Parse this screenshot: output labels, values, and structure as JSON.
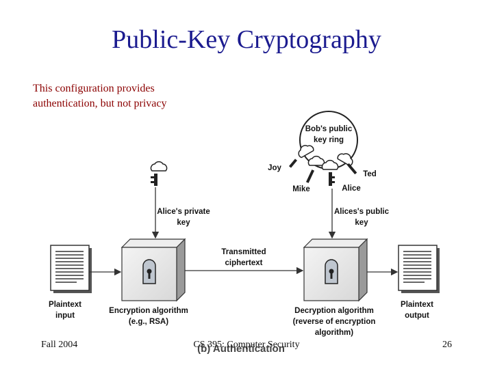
{
  "slide": {
    "title": "Public-Key Cryptography",
    "note": "This configuration provides authentication, but not privacy"
  },
  "diagram": {
    "keyring_label": "Bob's public key ring",
    "names": {
      "joy": "Joy",
      "mike": "Mike",
      "alice": "Alice",
      "ted": "Ted"
    },
    "private_key_label": "Alice's private key",
    "public_key_label": "Alices's public key",
    "transmitted_label": "Transmitted ciphertext",
    "plaintext_input_label": "Plaintext input",
    "plaintext_output_label": "Plaintext output",
    "encryption_label": "Encryption algorithm (e.g., RSA)",
    "decryption_label": "Decryption algorithm (reverse of encryption algorithm)",
    "caption": "(b) Authentication"
  },
  "footer": {
    "left": "Fall 2004",
    "center": "CS 395: Computer Security",
    "right": "26"
  }
}
